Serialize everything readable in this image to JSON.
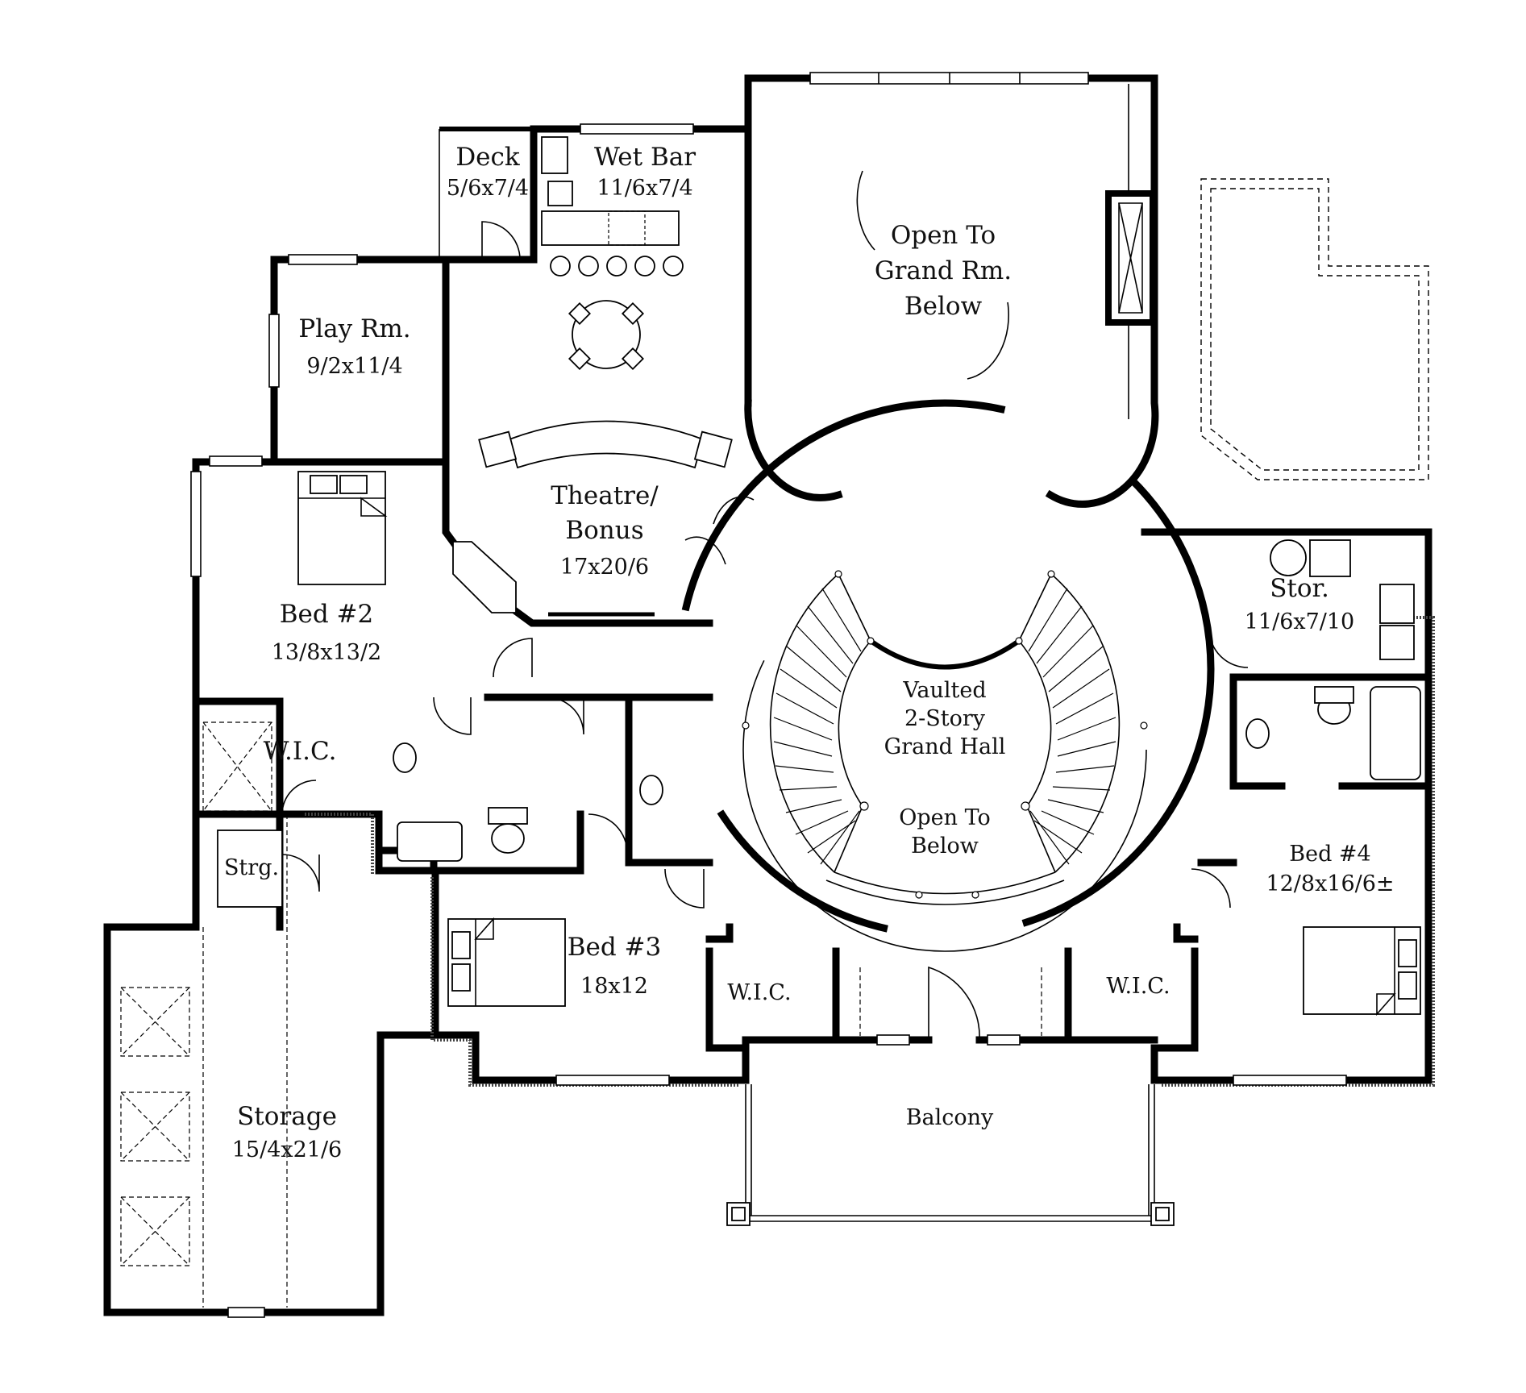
{
  "plan": {
    "rooms": {
      "deck": {
        "name": "Deck",
        "size": "5/6x7/4"
      },
      "wet_bar": {
        "name": "Wet Bar",
        "size": "11/6x7/4"
      },
      "play_room": {
        "name": "Play Rm.",
        "size": "9/2x11/4"
      },
      "open_to_grand": {
        "line1": "Open To",
        "line2": "Grand Rm.",
        "line3": "Below"
      },
      "theatre": {
        "line1": "Theatre/",
        "line2": "Bonus",
        "size": "17x20/6"
      },
      "bed2": {
        "name": "Bed #2",
        "size": "13/8x13/2"
      },
      "storage_room": {
        "name": "Stor.",
        "size": "11/6x7/10"
      },
      "grand_hall": {
        "line1": "Vaulted",
        "line2": "2-Story",
        "line3": "Grand Hall"
      },
      "open_below": {
        "line1": "Open To",
        "line2": "Below"
      },
      "wic_left": {
        "name": "W.I.C."
      },
      "strg": {
        "name": "Strg."
      },
      "bed3": {
        "name": "Bed #3",
        "size": "18x12"
      },
      "wic_bed3": {
        "name": "W.I.C."
      },
      "wic_bed4": {
        "name": "W.I.C."
      },
      "bed4": {
        "name": "Bed #4",
        "size": "12/8x16/6±"
      },
      "balcony": {
        "name": "Balcony"
      },
      "storage": {
        "name": "Storage",
        "size": "15/4x21/6"
      }
    }
  }
}
